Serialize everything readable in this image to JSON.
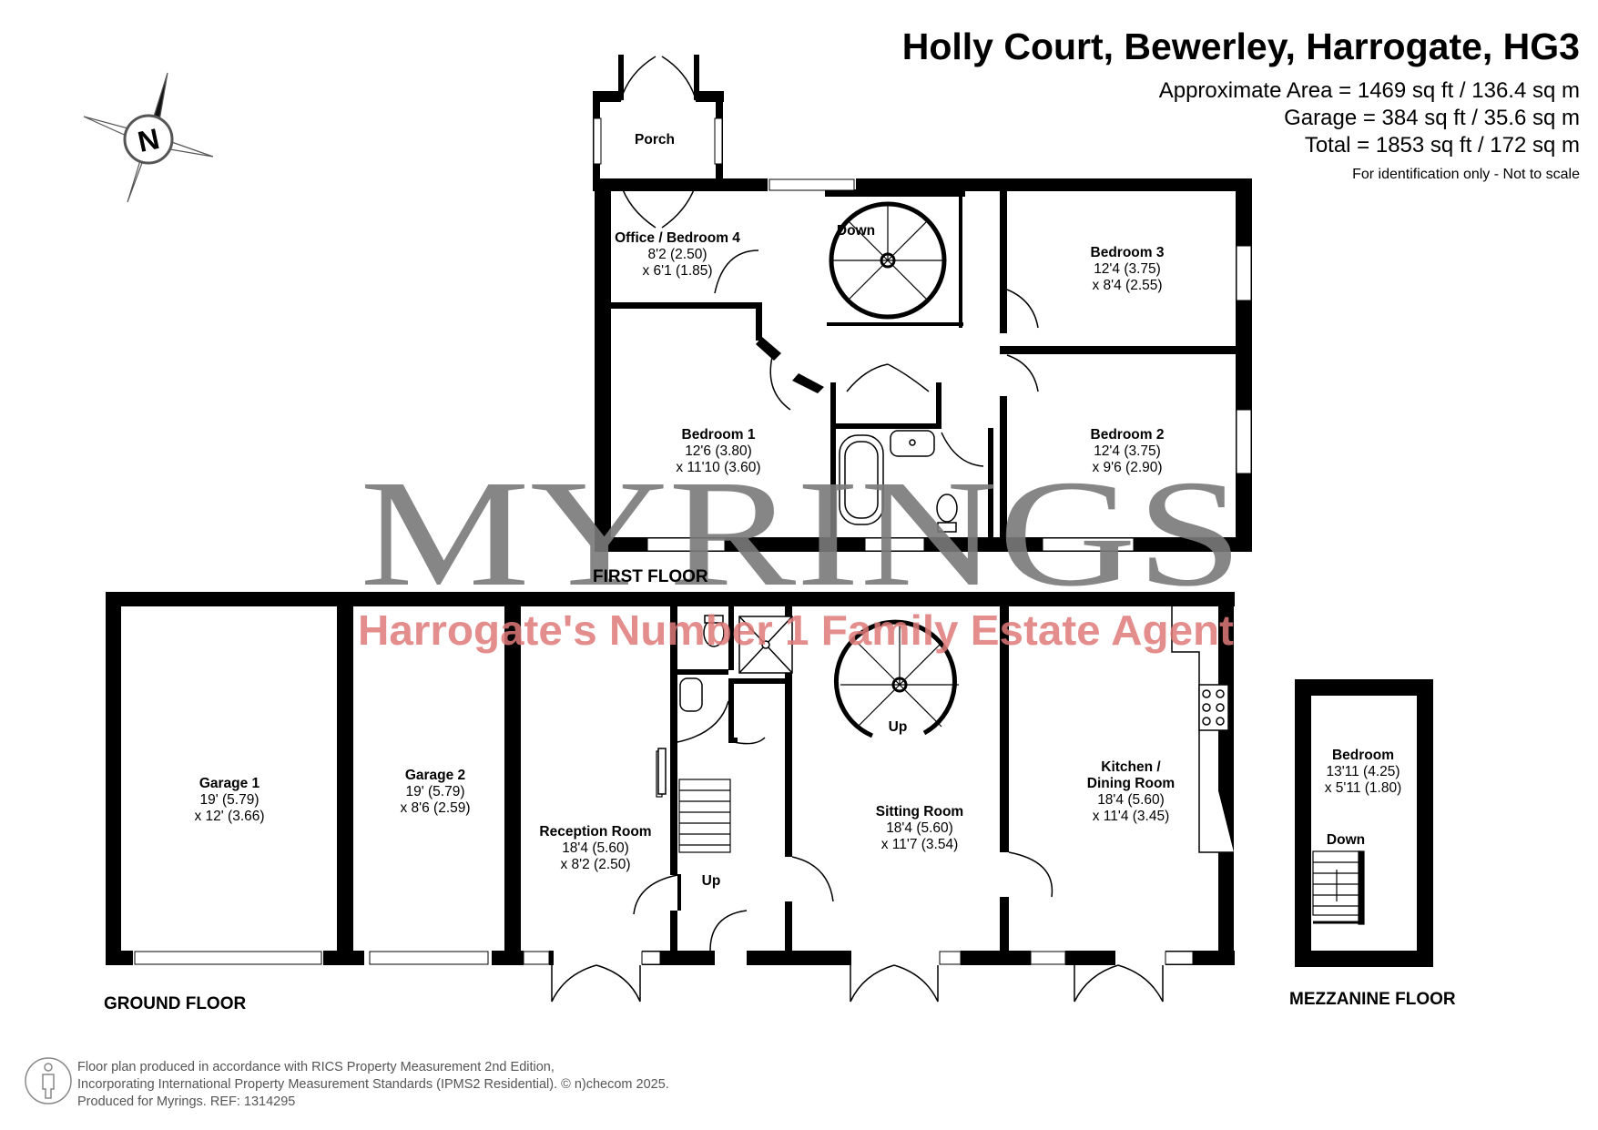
{
  "header": {
    "title": "Holly Court, Bewerley, Harrogate, HG3",
    "area_lines": [
      "Approximate Area = 1469 sq ft / 136.4 sq m",
      "Garage = 384 sq ft / 35.6 sq m",
      "Total = 1853 sq ft / 172 sq m"
    ],
    "note": "For identification only - Not to scale"
  },
  "compass": {
    "label": "N",
    "icon": "compass-north-icon"
  },
  "watermark": {
    "brand": "MYRINGS",
    "tagline": "Harrogate's Number 1 Family Estate Agent",
    "brand_color": "#7a7a7a",
    "tagline_color": "#e07a7a"
  },
  "floors": {
    "first": "FIRST FLOOR",
    "ground": "GROUND FLOOR",
    "mezzanine": "MEZZANINE FLOOR"
  },
  "rooms": {
    "porch": {
      "name": "Porch"
    },
    "office": {
      "name": "Office / Bedroom 4",
      "dim1": "8'2 (2.50)",
      "dim2": "x 6'1 (1.85)"
    },
    "bedroom3": {
      "name": "Bedroom 3",
      "dim1": "12'4 (3.75)",
      "dim2": "x 8'4 (2.55)"
    },
    "bedroom1": {
      "name": "Bedroom 1",
      "dim1": "12'6 (3.80)",
      "dim2": "x 11'10 (3.60)"
    },
    "bedroom2": {
      "name": "Bedroom 2",
      "dim1": "12'4 (3.75)",
      "dim2": "x 9'6 (2.90)"
    },
    "garage1": {
      "name": "Garage 1",
      "dim1": "19' (5.79)",
      "dim2": "x 12' (3.66)"
    },
    "garage2": {
      "name": "Garage 2",
      "dim1": "19' (5.79)",
      "dim2": "x 8'6 (2.59)"
    },
    "reception": {
      "name": "Reception Room",
      "dim1": "18'4 (5.60)",
      "dim2": "x 8'2 (2.50)"
    },
    "sitting": {
      "name": "Sitting Room",
      "dim1": "18'4 (5.60)",
      "dim2": "x 11'7 (3.54)"
    },
    "kitchen": {
      "name1": "Kitchen /",
      "name2": "Dining Room",
      "dim1": "18'4 (5.60)",
      "dim2": "x 11'4 (3.45)"
    },
    "mezz_bedroom": {
      "name": "Bedroom",
      "dim1": "13'11 (4.25)",
      "dim2": "x 5'11 (1.80)"
    }
  },
  "stairs": {
    "first_down": "Down",
    "ground_spiral_up": "Up",
    "ground_up": "Up",
    "mezz_down": "Down"
  },
  "footer": {
    "lines": [
      "Floor plan produced in accordance with RICS Property Measurement 2nd Edition,",
      "Incorporating International Property Measurement Standards (IPMS2 Residential).   © n)checom 2025.",
      "Produced for Myrings.   REF: 1314295"
    ],
    "icon": "person-icon"
  }
}
